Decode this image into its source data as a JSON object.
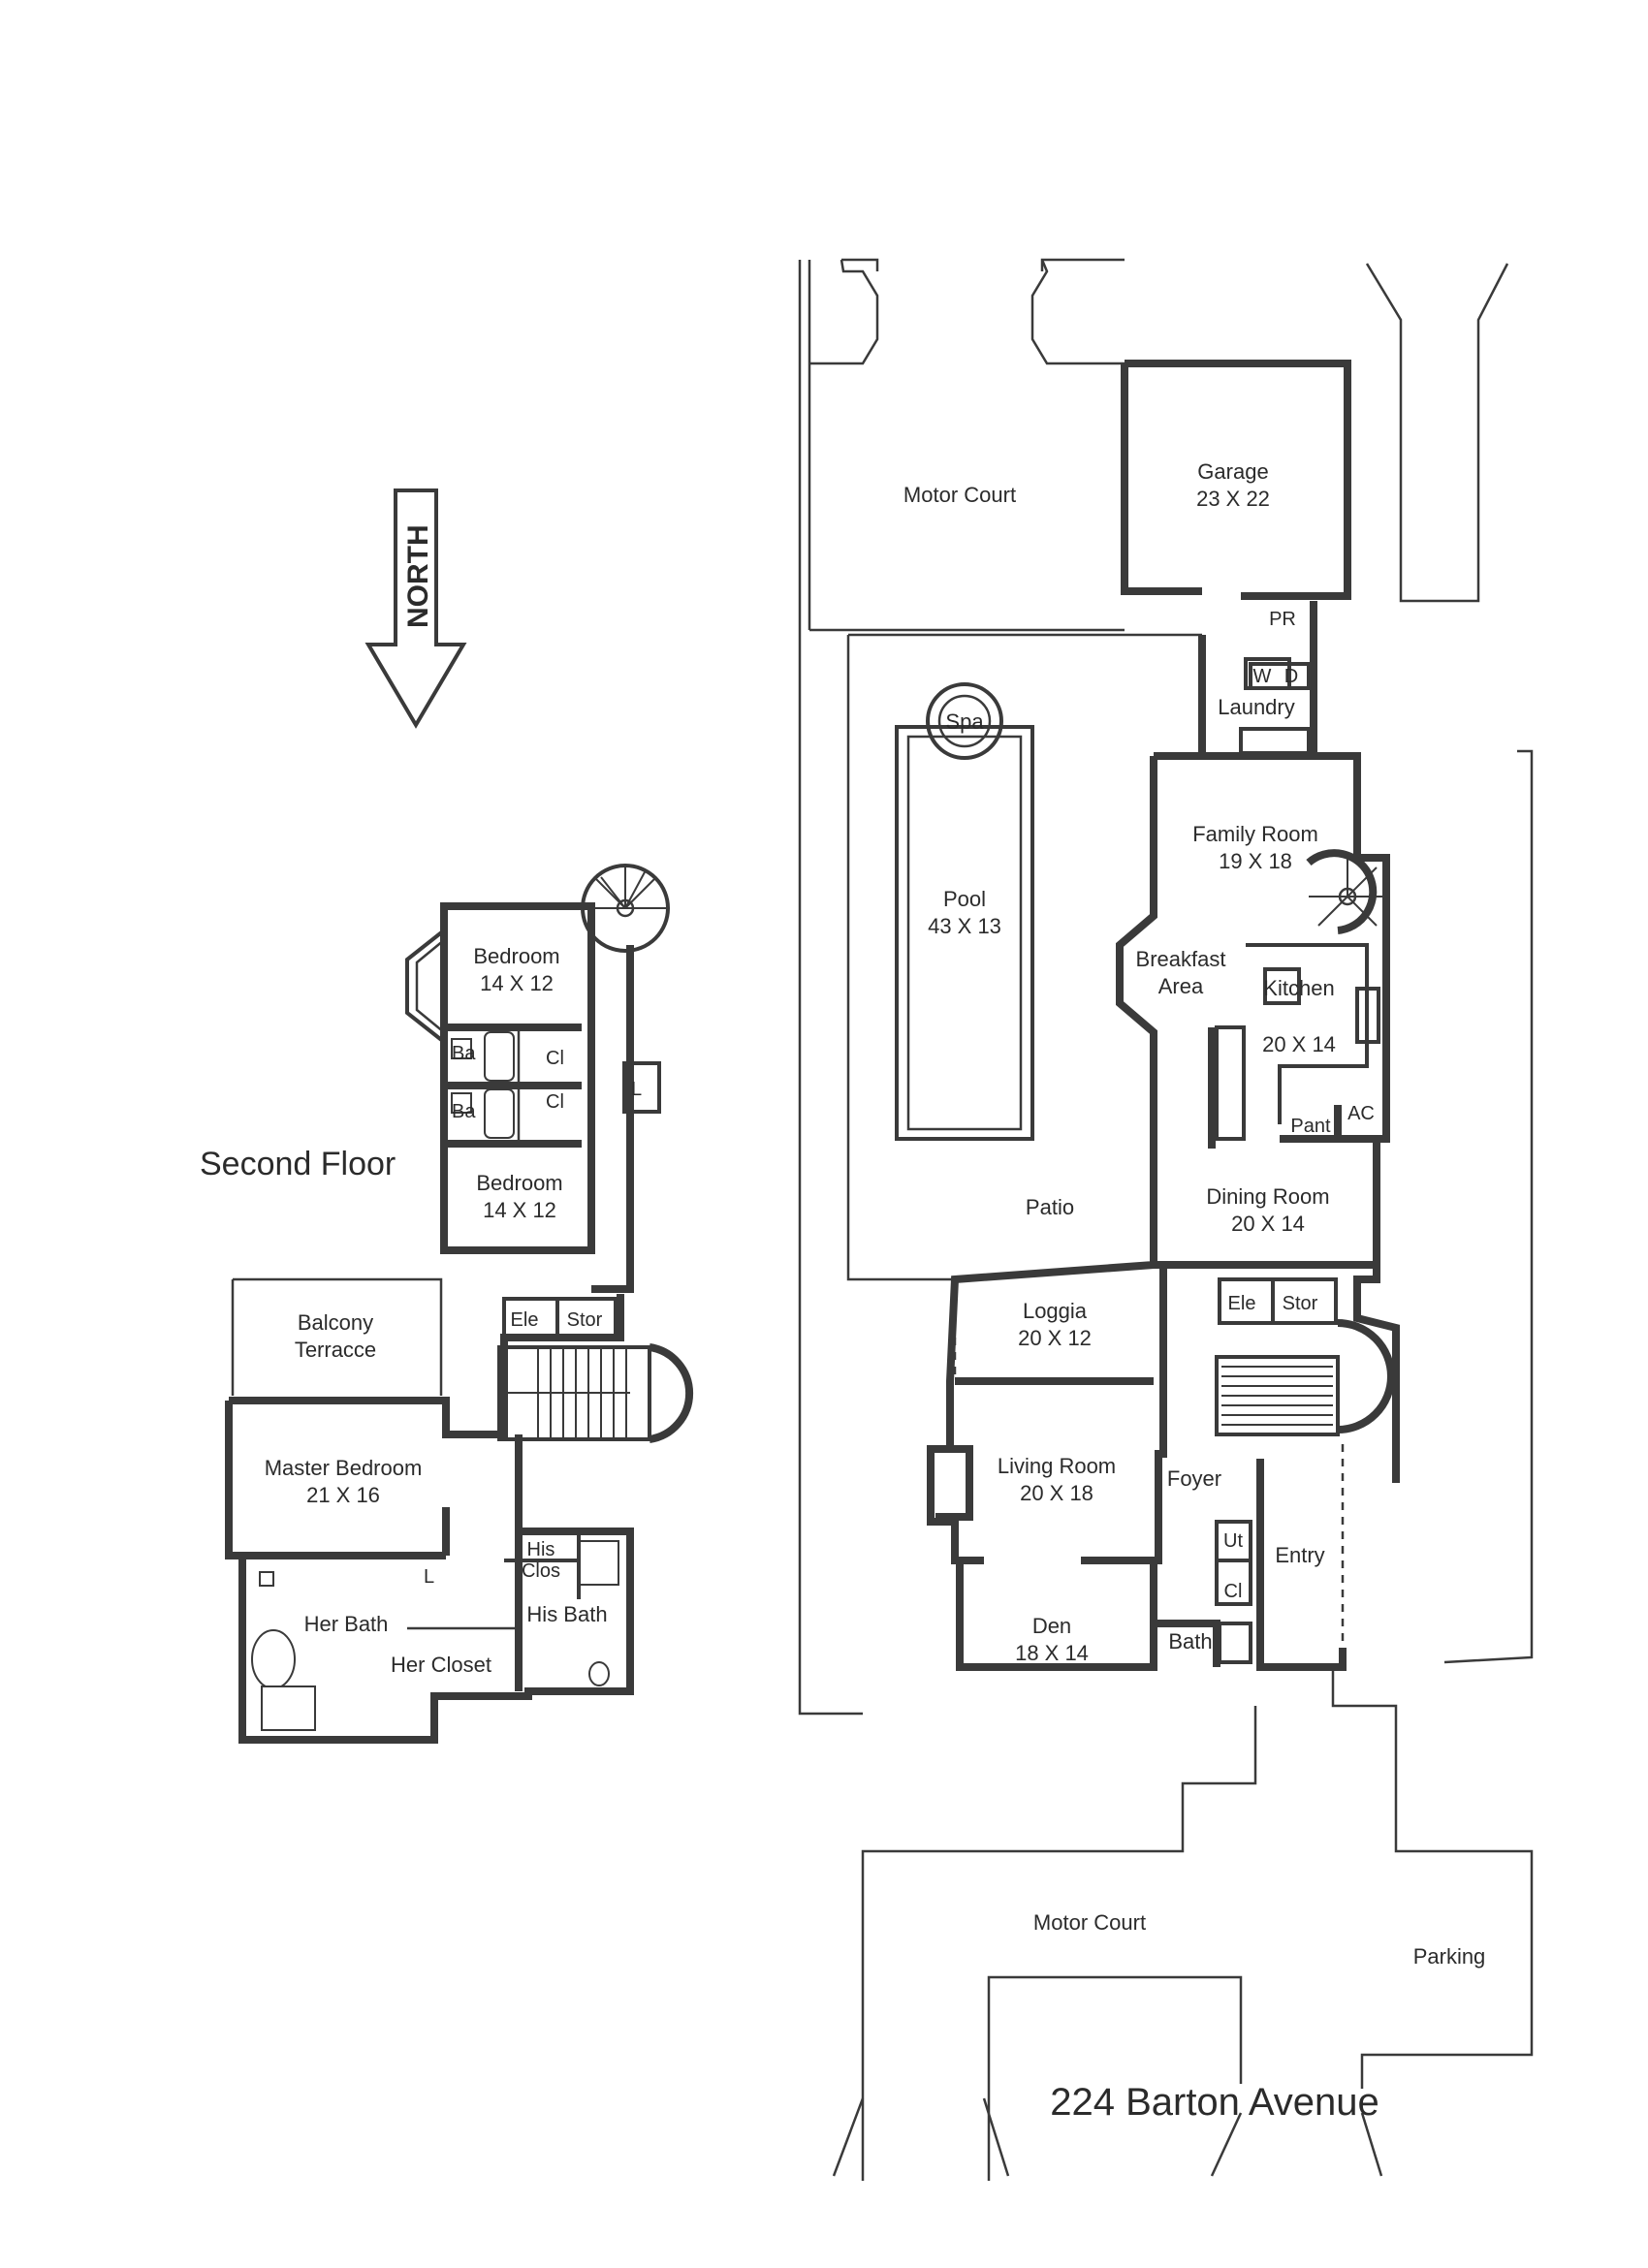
{
  "address": "224 Barton Avenue",
  "north_label": "NORTH",
  "second_floor": {
    "title": "Second Floor",
    "rooms": {
      "bedroom_north": {
        "name": "Bedroom",
        "size": "14  X  12"
      },
      "bath_1": {
        "name": "Ba"
      },
      "bath_2": {
        "name": "Ba"
      },
      "closet_1": {
        "name": "Cl"
      },
      "closet_2": {
        "name": "Cl"
      },
      "linen_1": {
        "name": "L"
      },
      "bedroom_south": {
        "name": "Bedroom",
        "size": "14  X  12"
      },
      "balcony": {
        "name": "Balcony",
        "name2": "Terracce"
      },
      "elevator": {
        "name": "Ele"
      },
      "storage": {
        "name": "Stor"
      },
      "master_bedroom": {
        "name": "Master Bedroom",
        "size": "21  X  16"
      },
      "his_closet": {
        "name": "His",
        "name2": "Clos"
      },
      "linen_2": {
        "name": "L"
      },
      "her_bath": {
        "name": "Her Bath"
      },
      "his_bath": {
        "name": "His Bath"
      },
      "her_closet": {
        "name": "Her Closet"
      }
    }
  },
  "first_floor": {
    "rooms": {
      "motor_court_north": {
        "name": "Motor Court"
      },
      "garage": {
        "name": "Garage",
        "size": "23  X  22"
      },
      "powder_room": {
        "name": "PR"
      },
      "washer": {
        "name": "W"
      },
      "dryer": {
        "name": "D"
      },
      "laundry": {
        "name": "Laundry"
      },
      "spa": {
        "name": "Spa"
      },
      "pool": {
        "name": "Pool",
        "size": "43  X  13"
      },
      "family_room": {
        "name": "Family Room",
        "size": "19  X  18"
      },
      "breakfast_area": {
        "name": "Breakfast",
        "name2": "Area"
      },
      "kitchen": {
        "name": "Kitchen",
        "size": "20  X  14"
      },
      "pantry": {
        "name": "Pant"
      },
      "ac": {
        "name": "AC"
      },
      "patio": {
        "name": "Patio"
      },
      "dining_room": {
        "name": "Dining Room",
        "size": "20  X  14"
      },
      "elevator": {
        "name": "Ele"
      },
      "storage": {
        "name": "Stor"
      },
      "loggia": {
        "name": "Loggia",
        "size": "20  X  12"
      },
      "living_room": {
        "name": "Living Room",
        "size": "20  X  18"
      },
      "foyer": {
        "name": "Foyer"
      },
      "utility": {
        "name": "Ut"
      },
      "entry": {
        "name": "Entry"
      },
      "closet": {
        "name": "Cl"
      },
      "den": {
        "name": "Den",
        "size": "18  X  14"
      },
      "bath": {
        "name": "Bath"
      },
      "motor_court_south": {
        "name": "Motor Court"
      },
      "parking": {
        "name": "Parking"
      }
    }
  }
}
